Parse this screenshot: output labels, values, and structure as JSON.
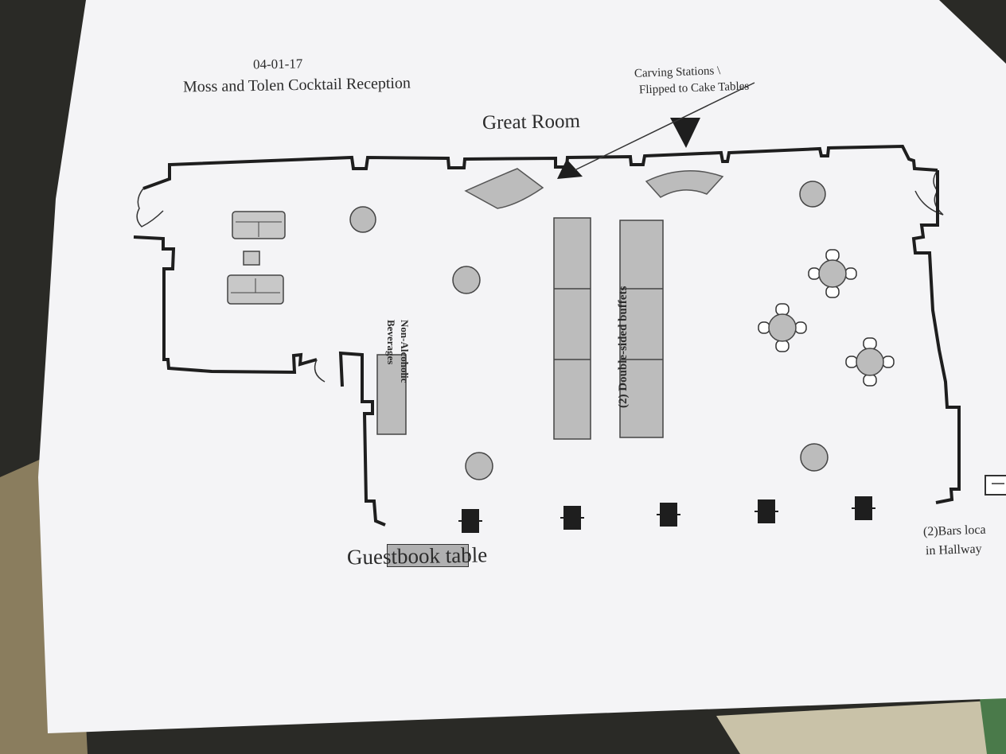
{
  "floor_plan": {
    "date": "04-01-17",
    "event": "Moss and Tolen Cocktail Reception",
    "room": "Great Room",
    "carving_note_line1": "Carving Stations \\",
    "carving_note_line2": "Flipped to Cake Tables",
    "buffets": "(2) Double-sided buffets",
    "non_alcoholic_line1": "Non-Alcoholic",
    "non_alcoholic_line2": "Beverages",
    "guestbook": "Guestbook table",
    "bars_line1": "(2)Bars loca",
    "bars_line2": "in Hallway"
  },
  "colors": {
    "paper": "#f4f4f6",
    "fill_gray": "#b8b8b8",
    "wall": "#1e1e1e",
    "backdrop": "#2a2a26"
  }
}
